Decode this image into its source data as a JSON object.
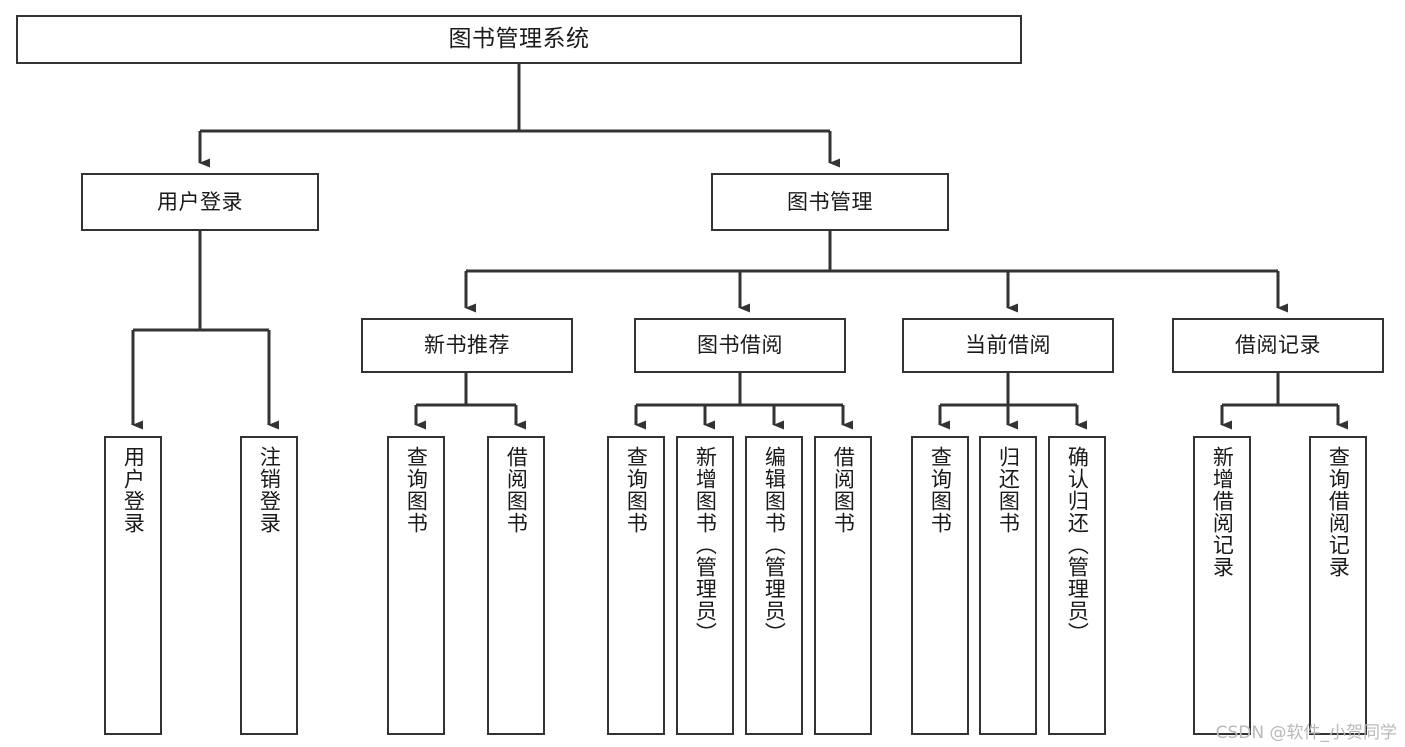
{
  "diagram": {
    "title": "图书管理系统",
    "type": "tree-hierarchy",
    "watermark": "CSDN @软件_小贺同学",
    "colors": {
      "background": "#ffffff",
      "box_border": "#333333",
      "box_fill": "#ffffff",
      "text": "#1a1a1a",
      "edge": "#333333",
      "watermark": "#b9b9b9"
    },
    "nodes": {
      "root": {
        "label": "图书管理系统"
      },
      "level1": [
        {
          "id": "user-login",
          "label": "用户登录"
        },
        {
          "id": "book-manage",
          "label": "图书管理"
        }
      ],
      "level2": [
        {
          "id": "new-book-recommend",
          "label": "新书推荐"
        },
        {
          "id": "book-borrow",
          "label": "图书借阅"
        },
        {
          "id": "current-borrow",
          "label": "当前借阅"
        },
        {
          "id": "borrow-record",
          "label": "借阅记录"
        }
      ],
      "leaves": {
        "user-login": [
          {
            "id": "leaf-user-login",
            "label": "用户登录"
          },
          {
            "id": "leaf-logout-login",
            "label": "注销登录"
          }
        ],
        "new-book-recommend": [
          {
            "id": "leaf-query-book-1",
            "label": "查询图书"
          },
          {
            "id": "leaf-borrow-book-1",
            "label": "借阅图书"
          }
        ],
        "book-borrow": [
          {
            "id": "leaf-query-book-2",
            "label": "查询图书"
          },
          {
            "id": "leaf-add-book",
            "label": "新增图书（管理员）"
          },
          {
            "id": "leaf-edit-book",
            "label": "编辑图书（管理员）"
          },
          {
            "id": "leaf-borrow-book-2",
            "label": "借阅图书"
          }
        ],
        "current-borrow": [
          {
            "id": "leaf-query-book-3",
            "label": "查询图书"
          },
          {
            "id": "leaf-return-book",
            "label": "归还图书"
          },
          {
            "id": "leaf-confirm-return",
            "label": "确认归还（管理员）"
          }
        ],
        "borrow-record": [
          {
            "id": "leaf-add-record",
            "label": "新增借阅记录"
          },
          {
            "id": "leaf-query-record",
            "label": "查询借阅记录"
          }
        ]
      }
    }
  }
}
